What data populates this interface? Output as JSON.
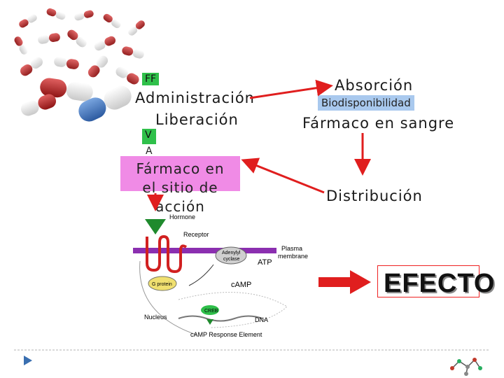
{
  "labels": {
    "ff": "FF",
    "administracion": "Administración",
    "liberacion": "Liberación",
    "absorcion": "Absorción",
    "biodisponibilidad": "Biodisponibilidad",
    "farmaco_sangre": "Fármaco en sangre",
    "va_v": "V",
    "va_a": "A",
    "farmaco_sitio_1": "Fármaco en",
    "farmaco_sitio_2": "el sitio de",
    "farmaco_sitio_3": "acción",
    "distribucion": "Distribución",
    "efecto": "EFECTO"
  },
  "cell_figure": {
    "hormone": "Hormone",
    "receptor": "Receptor",
    "adenylyl_cyclase_1": "Adenylyl",
    "adenylyl_cyclase_2": "cyclase",
    "atp": "ATP",
    "plasma_membrane_1": "Plasma",
    "plasma_membrane_2": "membrane",
    "g_protein": "G protein",
    "camp": "cAMP",
    "creb": "CREB",
    "nucleus": "Nucleus",
    "dna": "DNA",
    "cre": "cAMP Response Element"
  },
  "colors": {
    "arrow": "#e01e1e",
    "green_tag": "#2fc04a",
    "bio_band": "#a9c9ee",
    "site_box": "#f08be6"
  },
  "icons": [
    "nav-arrow-icon",
    "molecule-icon"
  ]
}
